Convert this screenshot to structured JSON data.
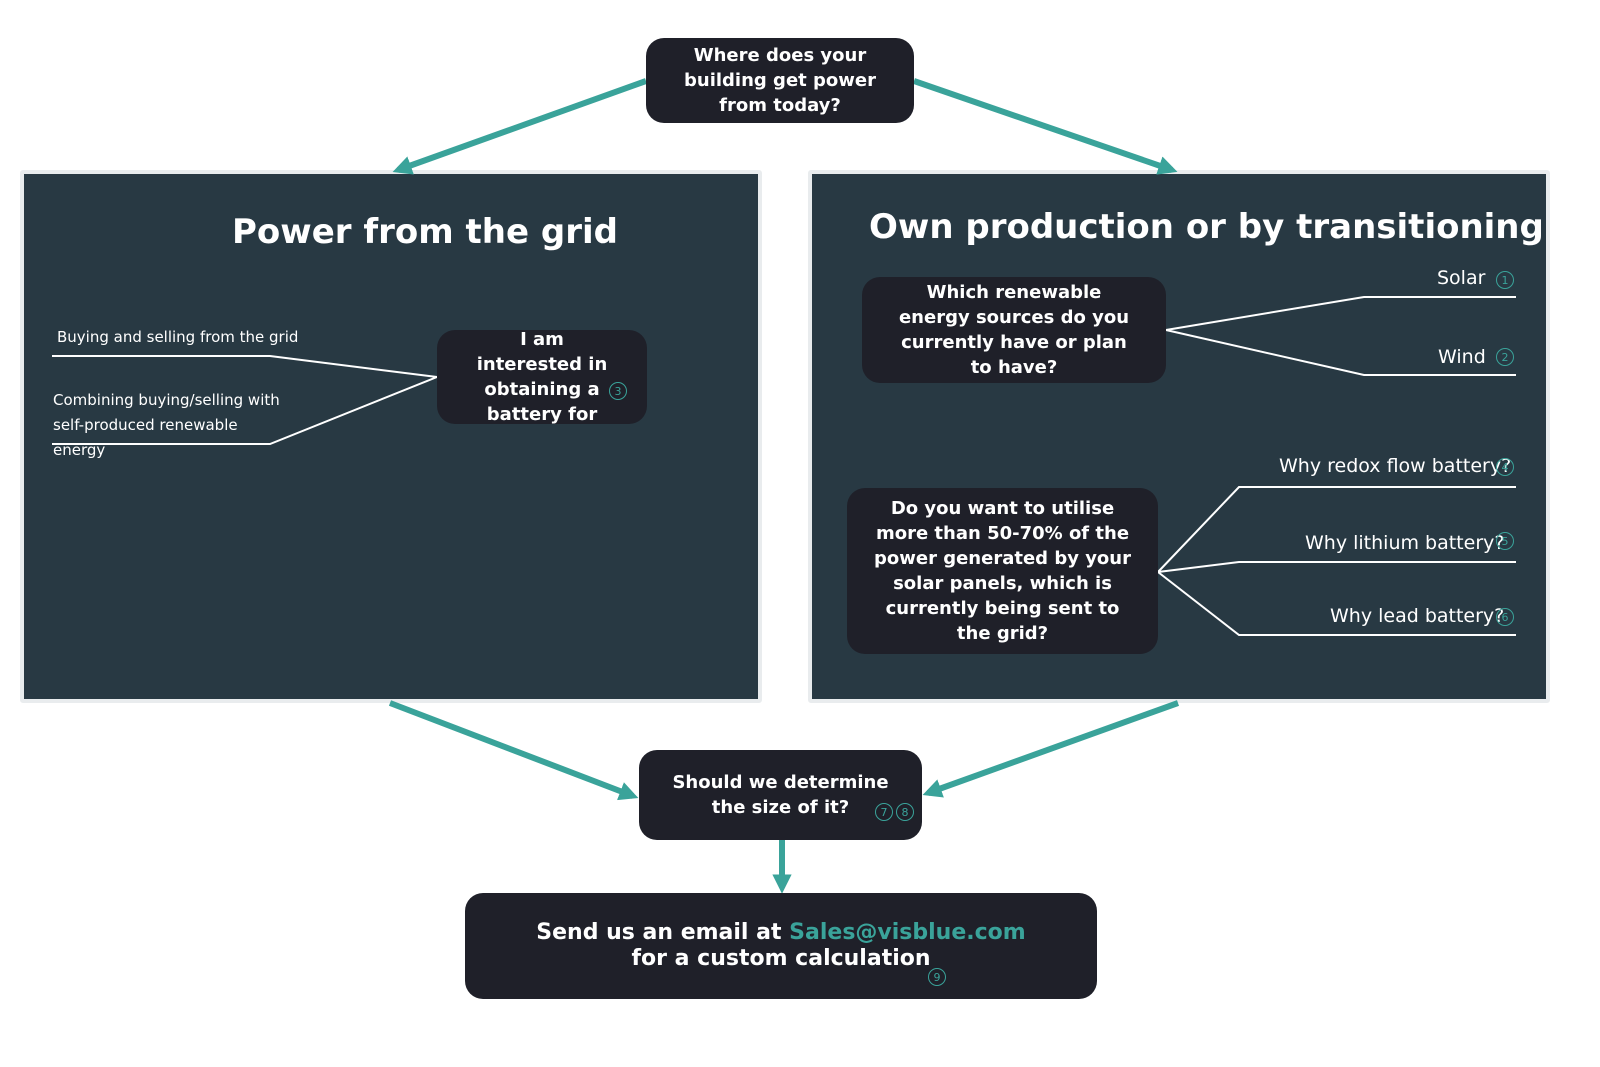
{
  "colors": {
    "accent": "#3aa39a",
    "node_background": "#1f2029",
    "panel_background": "#283943",
    "text": "#ffffff"
  },
  "top_question": "Where does your building get power from today?",
  "left_panel": {
    "title": "Power from the grid",
    "options": [
      "Buying and selling from the grid",
      "Combining buying/selling with self-produced renewable energy"
    ],
    "node": {
      "text": "I am interested in obtaining a battery for",
      "number": "3"
    }
  },
  "right_panel": {
    "title": "Own production or by transitioning",
    "sources_node": "Which renewable energy sources do you currently have or plan to have?",
    "sources": [
      {
        "label": "Solar",
        "number": "1"
      },
      {
        "label": "Wind",
        "number": "2"
      }
    ],
    "utilise_node": "Do you want to utilise more than 50-70% of the power generated by your solar panels, which is currently being sent to the grid?",
    "battery_options": [
      {
        "label": "Why redox flow battery?",
        "number": "4"
      },
      {
        "label": "Why lithium battery?",
        "number": "5"
      },
      {
        "label": "Why lead battery?",
        "number": "6"
      }
    ]
  },
  "size_node": {
    "text": "Should we determine the size of it?",
    "numbers": [
      "7",
      "8"
    ]
  },
  "email_node": {
    "prefix": "Send us an email at",
    "email": "Sales@visblue.com",
    "suffix": "for a custom calculation",
    "number": "9"
  }
}
